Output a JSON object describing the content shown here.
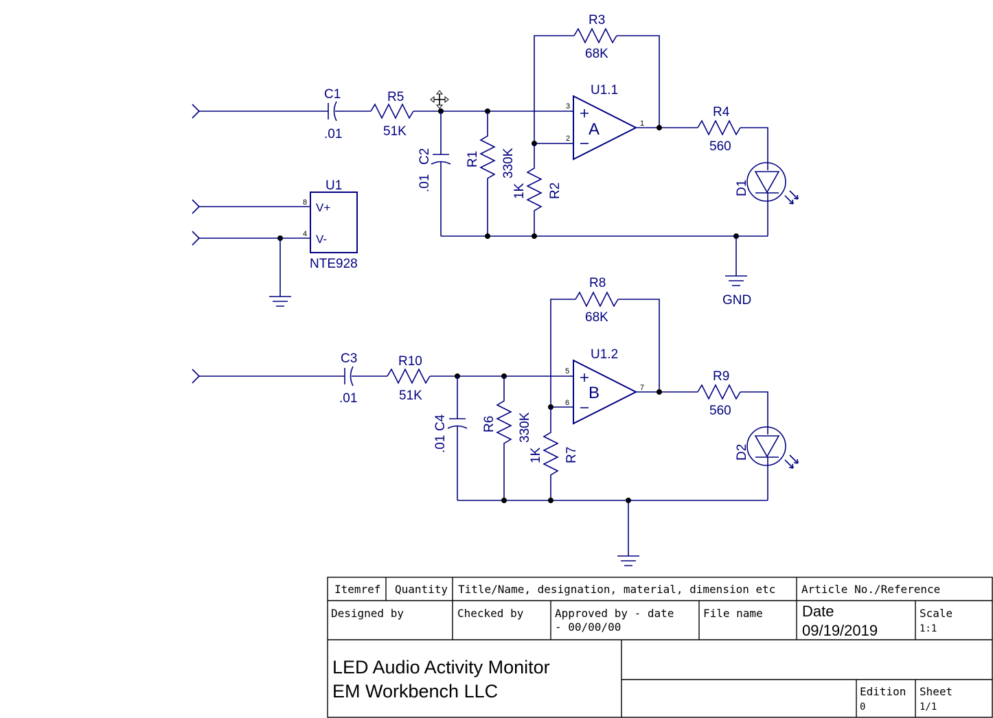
{
  "components": {
    "c1": {
      "ref": "C1",
      "value": ".01"
    },
    "r5": {
      "ref": "R5",
      "value": "51K"
    },
    "c2": {
      "ref": "C2",
      "value": ".01"
    },
    "r1": {
      "ref": "R1",
      "value": "330K"
    },
    "r2": {
      "ref": "R2",
      "value": "1K"
    },
    "r3": {
      "ref": "R3",
      "value": "68K"
    },
    "u1_1": {
      "ref": "U1.1",
      "gate": "A",
      "pin_in_plus": "3",
      "pin_in_minus": "2",
      "pin_out": "1"
    },
    "r4": {
      "ref": "R4",
      "value": "560"
    },
    "d1": {
      "ref": "D1"
    },
    "u1": {
      "ref": "U1",
      "part": "NTE928",
      "pin_vplus": "8",
      "pin_vminus": "4",
      "label_vplus": "V+",
      "label_vminus": "V-"
    },
    "gnd": {
      "label": "GND"
    },
    "c3": {
      "ref": "C3",
      "value": ".01"
    },
    "r10": {
      "ref": "R10",
      "value": "51K"
    },
    "c4": {
      "ref": "C4",
      "value": ".01"
    },
    "r6": {
      "ref": "R6",
      "value": "330K"
    },
    "r7": {
      "ref": "R7",
      "value": "1K"
    },
    "r8": {
      "ref": "R8",
      "value": "68K"
    },
    "u1_2": {
      "ref": "U1.2",
      "gate": "B",
      "pin_in_plus": "5",
      "pin_in_minus": "6",
      "pin_out": "7"
    },
    "r9": {
      "ref": "R9",
      "value": "560"
    },
    "d2": {
      "ref": "D2"
    }
  },
  "title_block": {
    "itemref": "Itemref",
    "quantity": "Quantity",
    "title_header": "Title/Name, designation, material, dimension etc",
    "article_header": "Article No./Reference",
    "designed_by": "Designed by",
    "checked_by": "Checked by",
    "approved_by_1": "Approved by - date",
    "approved_by_2": "- 00/00/00",
    "file_name": "File name",
    "date_label": "Date",
    "date_value": "09/19/2019",
    "scale_label": "Scale",
    "scale_value": "1:1",
    "title_line1": "LED Audio Activity Monitor",
    "title_line2": "EM Workbench LLC",
    "edition_label": "Edition",
    "edition_value": "0",
    "sheet_label": "Sheet",
    "sheet_value": "1/1"
  },
  "colors": {
    "wire": "#000080",
    "junction": "#000000",
    "background": "#ffffff"
  }
}
